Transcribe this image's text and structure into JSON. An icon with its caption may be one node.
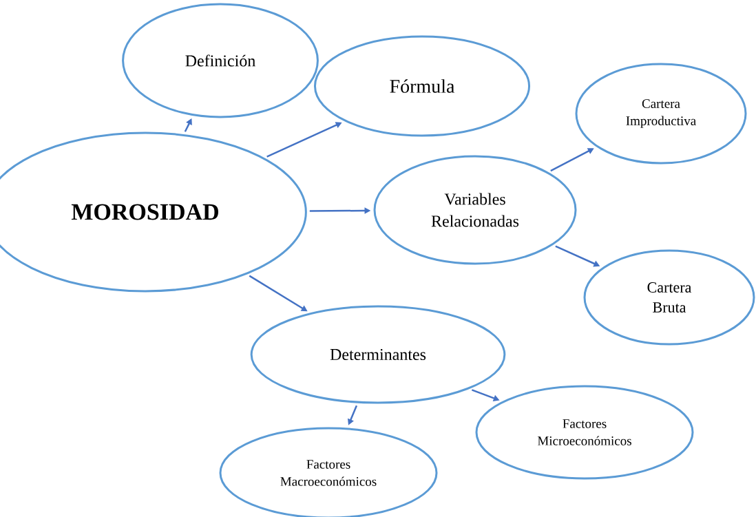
{
  "diagram": {
    "nodes": [
      {
        "text": [
          "Definición"
        ]
      },
      {
        "text": [
          "Fórmula"
        ]
      },
      {
        "text": [
          "Cartera Improductiva"
        ]
      },
      {
        "text": [
          "MOROSIDAD"
        ]
      },
      {
        "text": [
          "Variables Relacionadas"
        ]
      },
      {
        "text": [
          "Cartera Bruta"
        ]
      },
      {
        "text": [
          "Determinantes"
        ]
      },
      {
        "text": [
          "Factores Microeconómicos"
        ]
      },
      {
        "text": [
          "Factores Macroeconómicos"
        ]
      }
    ],
    "edges": [
      {
        "from": 3,
        "to": 0,
        "arrow": "to"
      },
      {
        "from": 3,
        "to": 1,
        "arrow": "to"
      },
      {
        "from": 3,
        "to": 4,
        "arrow": "to"
      },
      {
        "from": 4,
        "to": 2,
        "arrow": "to"
      },
      {
        "from": 4,
        "to": 5,
        "arrow": "to"
      },
      {
        "from": 3,
        "to": 6,
        "arrow": "to"
      },
      {
        "from": 6,
        "to": 7,
        "arrow": "to"
      },
      {
        "from": 6,
        "to": 8,
        "arrow": "to"
      }
    ]
  }
}
